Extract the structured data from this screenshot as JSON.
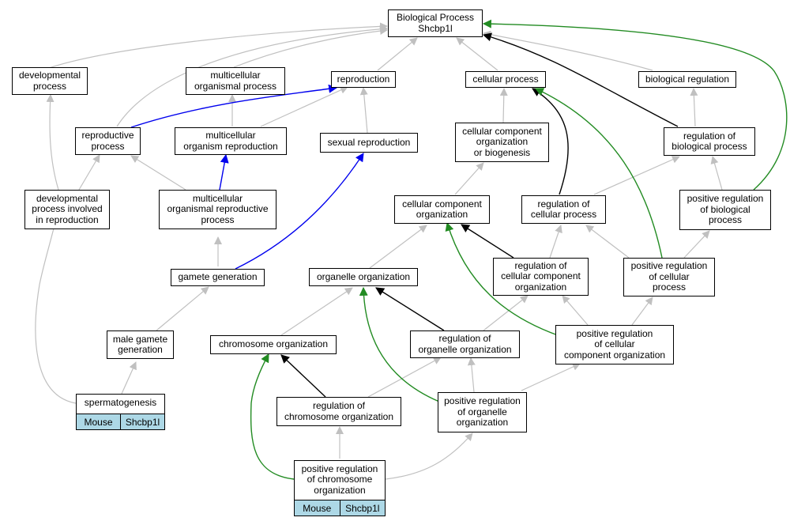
{
  "colors": {
    "gray_edge": "#c0c0c0",
    "black_edge": "#000000",
    "blue_edge": "#0000ee",
    "green_edge": "#228b22",
    "leaf_fill": "#add8e6"
  },
  "nodes": {
    "root": "Biological Process\nShcbp1l",
    "developmental_process": "developmental\nprocess",
    "multicellular_organismal_process": "multicellular\norganismal process",
    "reproduction": "reproduction",
    "cellular_process": "cellular process",
    "biological_regulation": "biological regulation",
    "reproductive_process": "reproductive\nprocess",
    "multicellular_organism_reproduction": "multicellular\norganism reproduction",
    "sexual_reproduction": "sexual reproduction",
    "cellular_component_organization_or_biogenesis": "cellular component\norganization\nor biogenesis",
    "regulation_of_biological_process": "regulation of\nbiological process",
    "developmental_process_involved_in_reproduction": "developmental\nprocess involved\nin reproduction",
    "multicellular_organismal_reproductive_process": "multicellular\norganismal reproductive\nprocess",
    "cellular_component_organization": "cellular component\norganization",
    "regulation_of_cellular_process": "regulation of\ncellular process",
    "positive_regulation_of_biological_process": "positive regulation\nof biological\nprocess",
    "gamete_generation": "gamete generation",
    "organelle_organization": "organelle organization",
    "regulation_of_cellular_component_organization": "regulation of\ncellular component\norganization",
    "positive_regulation_of_cellular_process": "positive regulation\nof cellular\nprocess",
    "male_gamete_generation": "male gamete\ngeneration",
    "chromosome_organization": "chromosome organization",
    "regulation_of_organelle_organization": "regulation of\norganelle organization",
    "positive_regulation_of_cellular_component_organization": "positive regulation\nof cellular\ncomponent organization",
    "regulation_of_chromosome_organization": "regulation of\nchromosome organization",
    "positive_regulation_of_organelle_organization": "positive regulation\nof organelle\norganization"
  },
  "leaves": {
    "spermatogenesis": {
      "title": "spermatogenesis",
      "species": "Mouse",
      "gene": "Shcbp1l"
    },
    "positive_regulation_of_chromosome_organization": {
      "title": "positive regulation\nof chromosome\norganization",
      "species": "Mouse",
      "gene": "Shcbp1l"
    }
  }
}
